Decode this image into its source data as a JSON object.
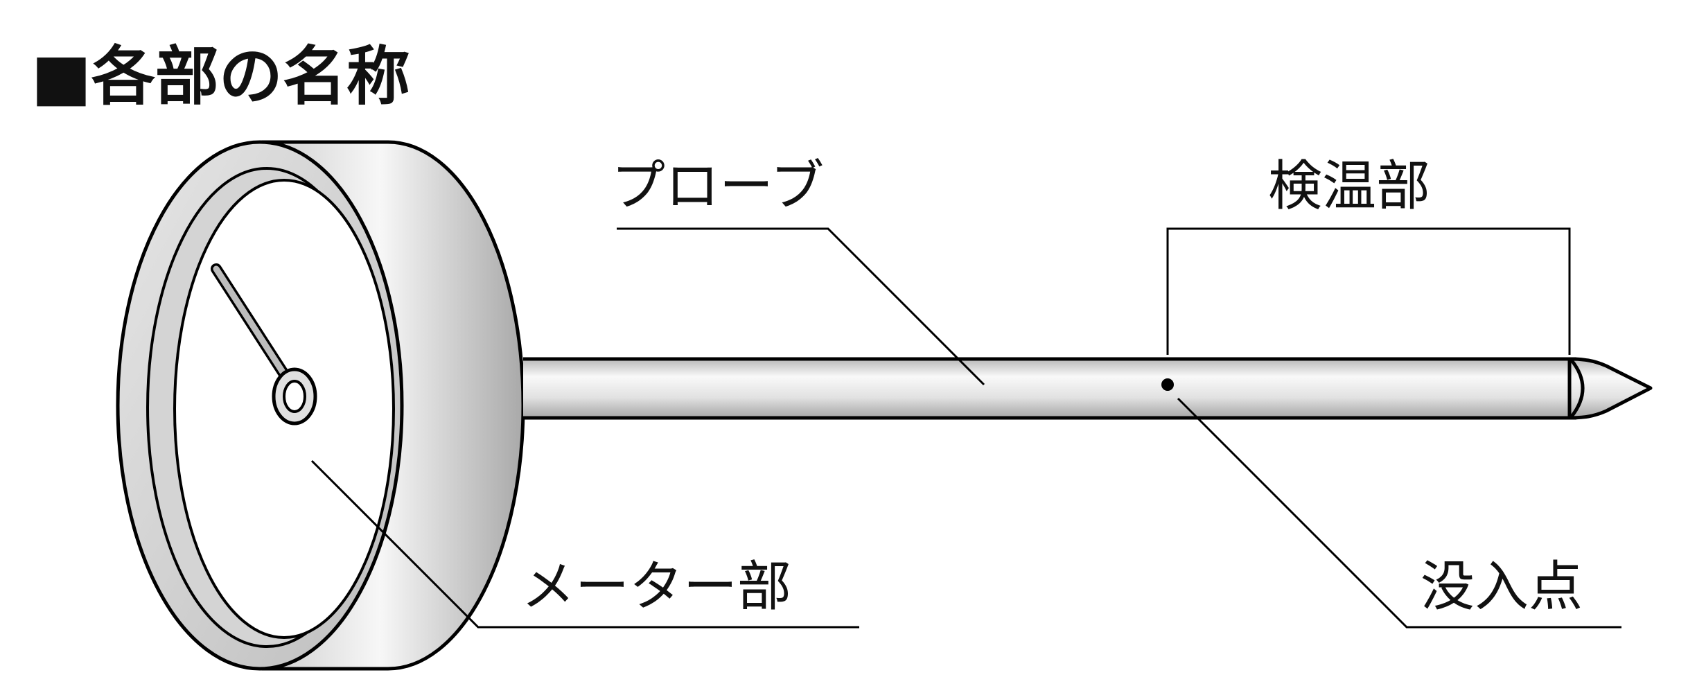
{
  "title": "■各部の名称",
  "labels": {
    "probe": "プローブ",
    "sensor": "検温部",
    "meter": "メーター部",
    "immersion_point": "没入点"
  }
}
